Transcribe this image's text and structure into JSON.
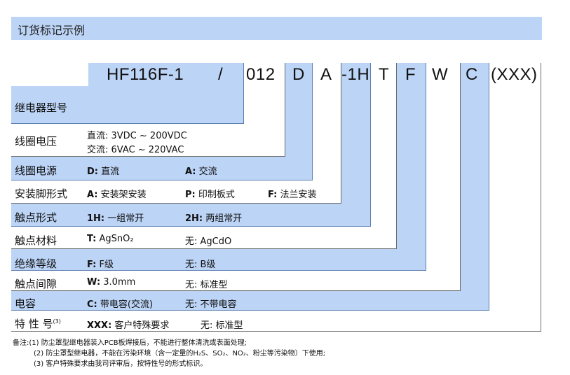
{
  "title": "订货标记示例",
  "code": {
    "model": "HF116F-1",
    "slash": "/",
    "voltage": "012",
    "source": "D",
    "install": "A",
    "contact_form": "-1H",
    "material": "T",
    "insulation": "F",
    "gap": "W",
    "capacitor": "C",
    "special": "(XXX)"
  },
  "rows": {
    "model": {
      "label": "继电器型号"
    },
    "voltage": {
      "label": "线圈电压",
      "line1": "直流: 3VDC ~ 200VDC",
      "line2": "交流: 6VAC ~ 220VAC"
    },
    "source": {
      "label": "线圈电源",
      "o1_code": "D:",
      "o1_text": " 直流",
      "o2_code": "A:",
      "o2_text": " 交流"
    },
    "install": {
      "label": "安装脚形式",
      "o1_code": "A:",
      "o1_text": " 安装架安装",
      "o2_code": "P:",
      "o2_text": " 印制板式",
      "o3_code": "F:",
      "o3_text": " 法兰安装"
    },
    "contact_form": {
      "label": "触点形式",
      "o1_code": "1H:",
      "o1_text": " 一组常开",
      "o2_code": "2H:",
      "o2_text": " 两组常开"
    },
    "material": {
      "label": "触点材料",
      "o1_code": "T:",
      "o1_text": "  AgSnO₂",
      "o2_text": "无:  AgCdO"
    },
    "insulation": {
      "label": "绝缘等级",
      "o1_code": "F:",
      "o1_text": " F级",
      "o2_text": "无: B级"
    },
    "gap": {
      "label": "触点间隙",
      "o1_code": "W:",
      "o1_text": " 3.0mm",
      "o2_text": "无: 标准型"
    },
    "capacitor": {
      "label": "电容",
      "o1_code": "C:",
      "o1_text": " 带电容(交流)",
      "o2_text": "无: 不带电容"
    },
    "special": {
      "label": "特 性 号",
      "sup": "(3)",
      "o1_code": "XXX:",
      "o1_text": " 客户特殊要求",
      "o2_text": "无: 标准型"
    }
  },
  "notes": {
    "n1": "备注:(1)  防尘罩型继电器装入PCB板焊接后，不能进行整体清洗或表面处理;",
    "n2": "(2)  防尘罩型继电器，不能在污染环境（含一定量的H₂S、SO₂、NO₂、粉尘等污染物）下使用;",
    "n3": "(3)  客户特殊要求由我司评审后，按特性号的形式标识。"
  }
}
